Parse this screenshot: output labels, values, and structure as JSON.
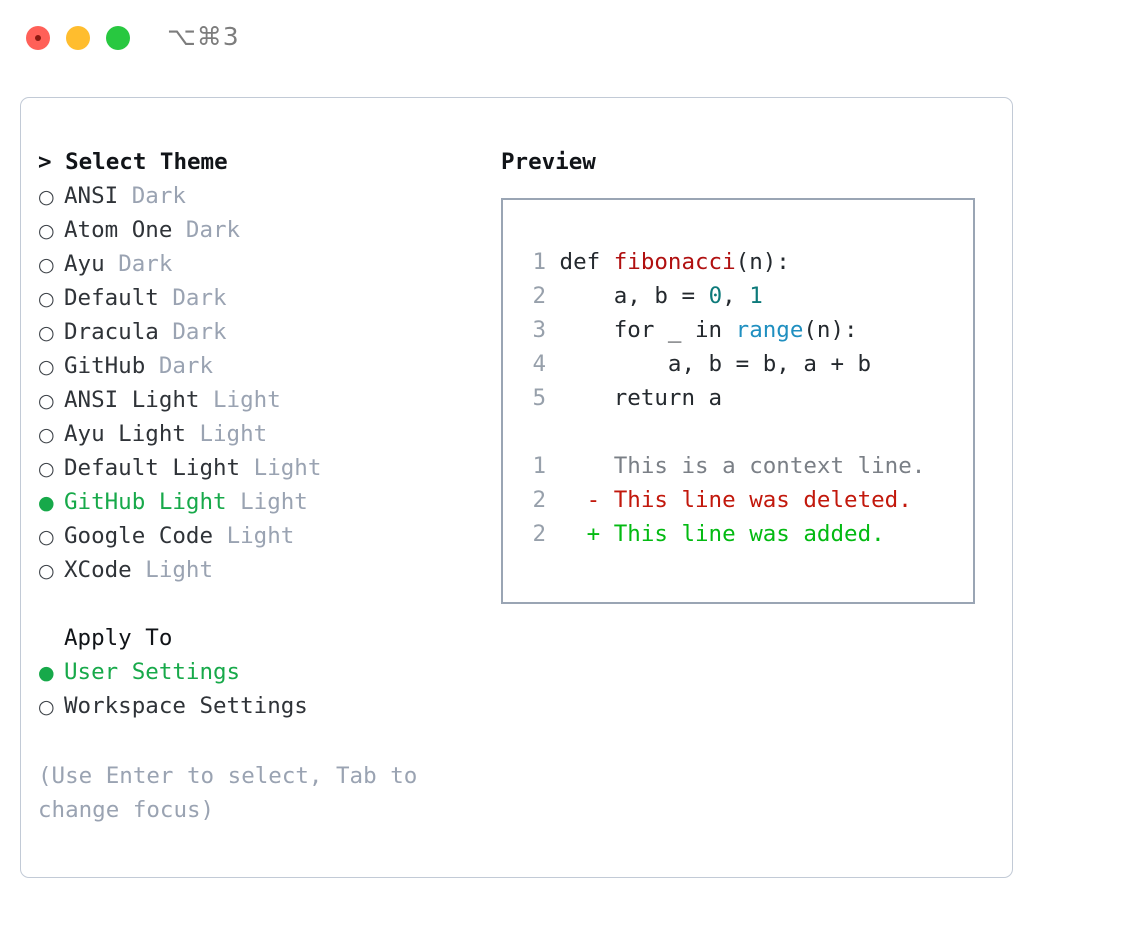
{
  "titlebar": {
    "shortcut": "⌥⌘3",
    "buttons": {
      "close": "close",
      "minimize": "minimize",
      "maximize": "maximize"
    }
  },
  "theme_section": {
    "header": "> Select Theme",
    "items": [
      {
        "marker": "○",
        "label": "ANSI",
        "variant": "Dark",
        "selected": false
      },
      {
        "marker": "○",
        "label": "Atom One",
        "variant": "Dark",
        "selected": false
      },
      {
        "marker": "○",
        "label": "Ayu",
        "variant": "Dark",
        "selected": false
      },
      {
        "marker": "○",
        "label": "Default",
        "variant": "Dark",
        "selected": false
      },
      {
        "marker": "○",
        "label": "Dracula",
        "variant": "Dark",
        "selected": false
      },
      {
        "marker": "○",
        "label": "GitHub",
        "variant": "Dark",
        "selected": false
      },
      {
        "marker": "○",
        "label": "ANSI Light",
        "variant": "Light",
        "selected": false
      },
      {
        "marker": "○",
        "label": "Ayu Light",
        "variant": "Light",
        "selected": false
      },
      {
        "marker": "○",
        "label": "Default Light",
        "variant": "Light",
        "selected": false
      },
      {
        "marker": "●",
        "label": "GitHub Light",
        "variant": "Light",
        "selected": true
      },
      {
        "marker": "○",
        "label": "Google Code",
        "variant": "Light",
        "selected": false
      },
      {
        "marker": "○",
        "label": "XCode",
        "variant": "Light",
        "selected": false
      }
    ]
  },
  "apply_section": {
    "header": "Apply To",
    "items": [
      {
        "marker": "●",
        "label": "User Settings",
        "selected": true
      },
      {
        "marker": "○",
        "label": "Workspace Settings",
        "selected": false
      }
    ]
  },
  "help": {
    "line1": "(Use Enter to select, Tab to",
    "line2": "change focus)"
  },
  "preview": {
    "title": "Preview",
    "code_lines": [
      {
        "no": "1",
        "segments": [
          {
            "text": "def ",
            "style": "plain"
          },
          {
            "text": "fibonacci",
            "style": "fn"
          },
          {
            "text": "(n):",
            "style": "plain"
          }
        ]
      },
      {
        "no": "2",
        "segments": [
          {
            "text": "    a, b = ",
            "style": "plain"
          },
          {
            "text": "0",
            "style": "num"
          },
          {
            "text": ", ",
            "style": "plain"
          },
          {
            "text": "1",
            "style": "num"
          }
        ]
      },
      {
        "no": "3",
        "segments": [
          {
            "text": "    for _ in ",
            "style": "plain"
          },
          {
            "text": "range",
            "style": "call"
          },
          {
            "text": "(n):",
            "style": "plain"
          }
        ]
      },
      {
        "no": "4",
        "segments": [
          {
            "text": "        a, b = b, a + b",
            "style": "plain"
          }
        ]
      },
      {
        "no": "5",
        "segments": [
          {
            "text": "    return a",
            "style": "plain"
          }
        ]
      }
    ],
    "diff_lines": [
      {
        "no": "1",
        "marker": " ",
        "text": " This is a context line.",
        "kind": "ctx"
      },
      {
        "no": "2",
        "marker": "-",
        "text": " This line was deleted.",
        "kind": "del"
      },
      {
        "no": "2",
        "marker": "+",
        "text": " This line was added.",
        "kind": "add"
      }
    ]
  },
  "colors": {
    "accent_green": "#17a94a",
    "diff_add": "#03ba12",
    "diff_del": "#c2180c",
    "fn_red": "#b01010",
    "num_teal": "#0d7a7a",
    "call_blue": "#1f8fc0",
    "muted": "#9aa3b2"
  }
}
